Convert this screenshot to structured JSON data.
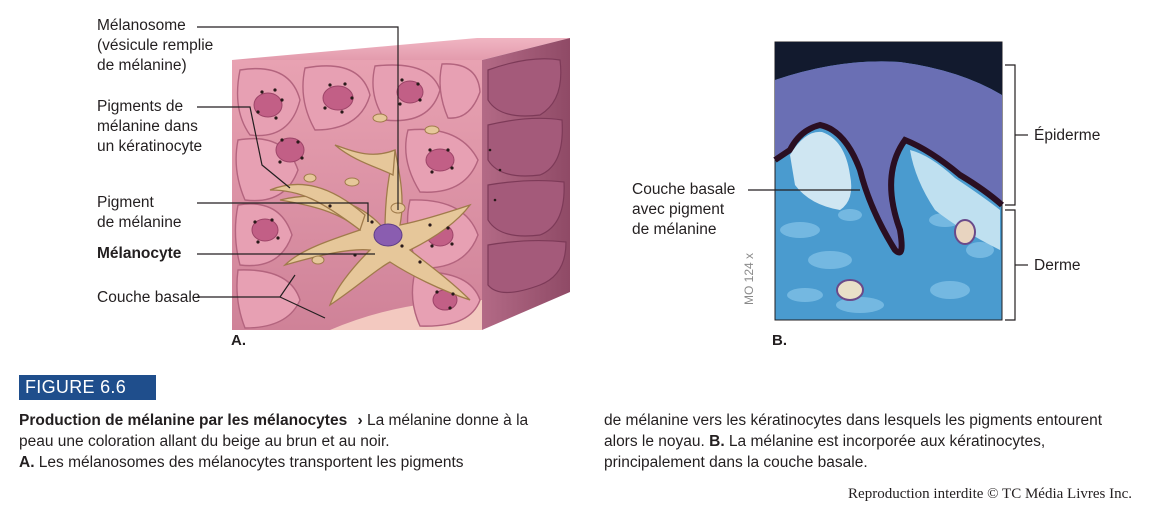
{
  "panel_a": {
    "letter": "A.",
    "labels": {
      "melanosome": "Mélanosome\n(vésicule remplie\nde mélanine)",
      "pigments_keratinocyte": "Pigments de\nmélanine dans\nun kératinocyte",
      "pigment": "Pigment\nde mélanine",
      "melanocyte": "Mélanocyte",
      "couche_basale": "Couche basale"
    }
  },
  "panel_b": {
    "letter": "B.",
    "labels": {
      "couche_basale_pigment": "Couche basale\navec pigment\nde mélanine",
      "epiderme": "Épiderme",
      "derme": "Derme"
    },
    "magnification": "MO 124 x"
  },
  "figure": {
    "number": "FIGURE 6.6",
    "title": "Production de mélanine par les mélanocytes",
    "arrow": "›",
    "caption_col1_intro": " La mélanine donne à la peau une coloration allant du beige au brun et au noir.",
    "caption_col1_a_letter": "A.",
    "caption_col1_a_text": " Les mélanosomes des mélanocytes transportent les pigments",
    "caption_col2_text1": "de mélanine vers les kératinocytes dans lesquels les pigments entourent alors le noyau.",
    "caption_col2_b_letter": "B.",
    "caption_col2_b_text": " La mélanine est incorporée aux kératinocytes, principalement dans la couche basale."
  },
  "copyright": "Reproduction interdite © TC Média Livres Inc.",
  "colors": {
    "badge": "#1f4e8c",
    "skin_top": "#e9a4b3",
    "skin_side": "#b86a86",
    "melanocyte": "#e4c79c",
    "epidermis": "#6a6fb4",
    "dermis": "#4a9ccf",
    "basal_pigment": "#2a0f22"
  }
}
